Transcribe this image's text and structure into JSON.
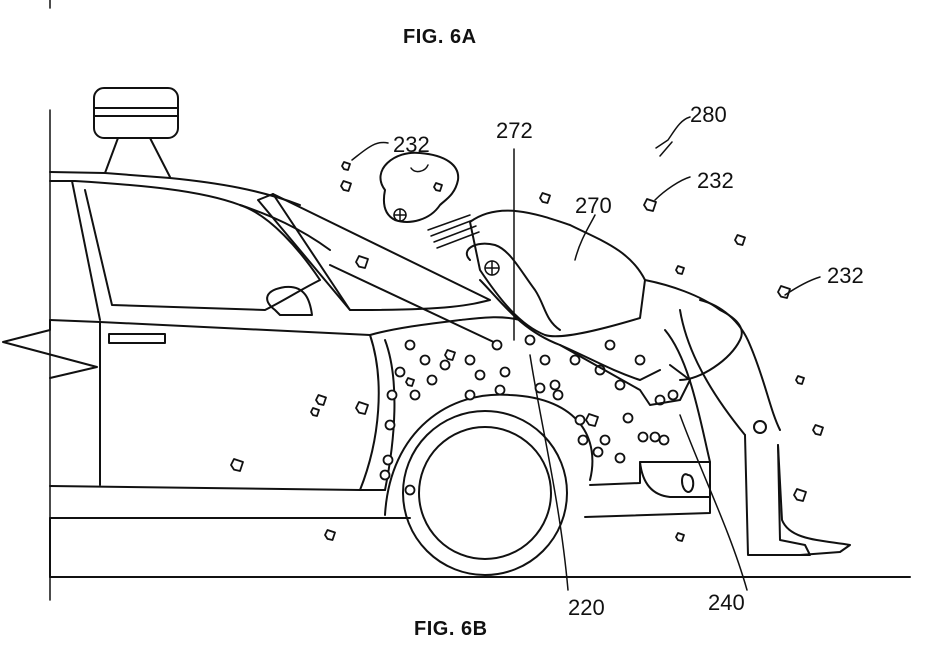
{
  "figures": {
    "top_label": "FIG. 6A",
    "bottom_label": "FIG. 6B"
  },
  "reference_numerals": {
    "adhesive_particles_1": "232",
    "adhesive_particles_2": "232",
    "adhesive_particles_3": "232",
    "pedestrian_torso_marker": "272",
    "pedestrian": "270",
    "collision_scene": "280",
    "adhesive_layer": "220",
    "vehicle_front": "240"
  },
  "components": {
    "vehicle": "autonomous car with roof-mounted sensor",
    "pedestrian": "crash test dummy on hood",
    "adhesive_coating": "dotted region on hood and fender",
    "debris": "flying adhesive fragments"
  },
  "colors": {
    "ink": "#111111",
    "paper": "#ffffff"
  }
}
